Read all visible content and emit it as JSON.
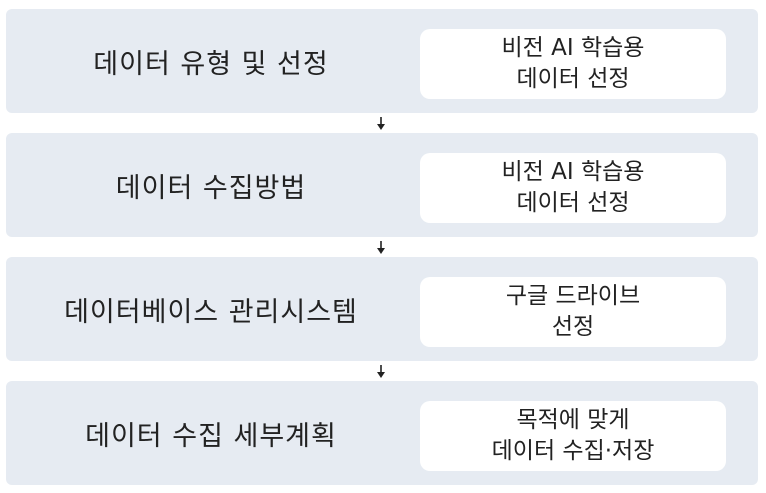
{
  "steps": [
    {
      "label": "데이터 유형 및 선정",
      "note_lines": [
        "비전 AI 학습용",
        "데이터 선정"
      ]
    },
    {
      "label": "데이터 수집방법",
      "note_lines": [
        "비전 AI 학습용",
        "데이터 선정"
      ]
    },
    {
      "label": "데이터베이스 관리시스템",
      "note_lines": [
        "구글 드라이브",
        "선정"
      ]
    },
    {
      "label": "데이터 수집 세부계획",
      "note_lines": [
        "목적에 맞게",
        "데이터 수집·저장"
      ]
    }
  ],
  "colors": {
    "step_background": "#e6ebf2",
    "note_background": "#ffffff",
    "text": "#222222",
    "arrow": "#222222"
  }
}
